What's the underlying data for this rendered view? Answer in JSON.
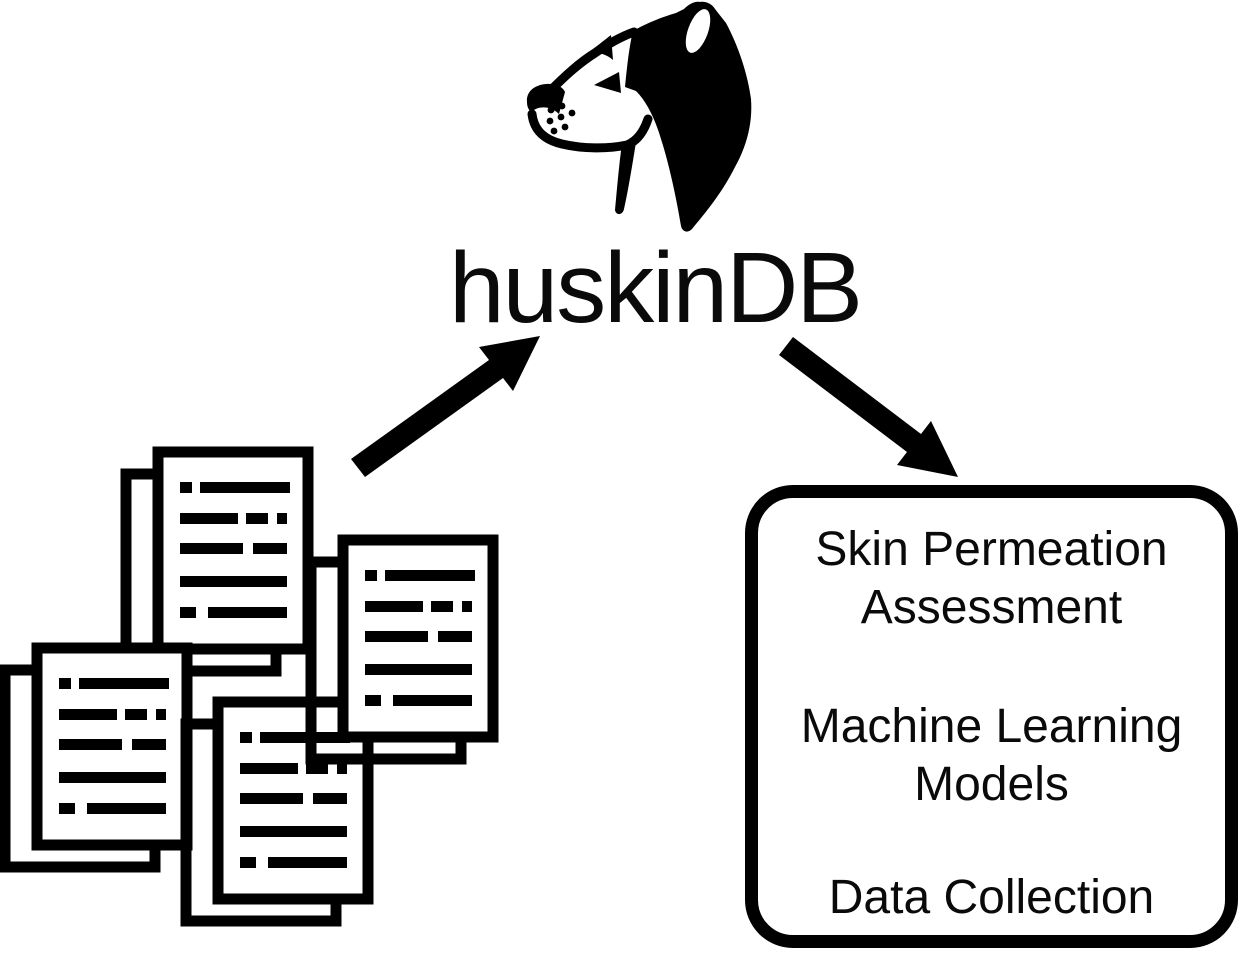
{
  "diagram": {
    "title": "huskinDB",
    "colors": {
      "ink": "#000000",
      "background": "#ffffff"
    },
    "logo": {
      "icon": "husky-head-icon",
      "description": "husky dog head profile facing left"
    },
    "source": {
      "icon": "documents-stack-icon",
      "document_count": 4,
      "description": "stack of literature documents feeding the database"
    },
    "arrows": [
      {
        "from": "documents-stack",
        "to": "huskinDB",
        "direction": "up-right"
      },
      {
        "from": "huskinDB",
        "to": "outputs-box",
        "direction": "down-right"
      }
    ],
    "outputs_box": {
      "items": [
        "Skin Permeation Assessment",
        "Machine Learning Models",
        "Data Collection"
      ]
    }
  }
}
